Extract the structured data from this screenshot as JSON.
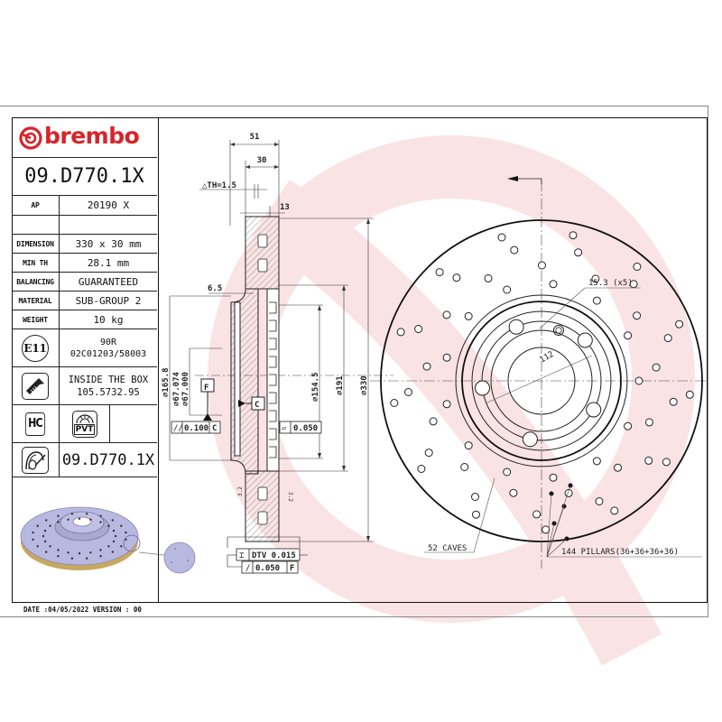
{
  "brand": {
    "name": "brembo",
    "color": "#d8232a"
  },
  "part_number": "09.D770.1X",
  "specs": [
    {
      "label": "AP",
      "value": "20190 X"
    },
    {
      "label": "",
      "value": ""
    },
    {
      "label": "DIMENSION",
      "value": "330 x 30 mm"
    },
    {
      "label": "MIN TH",
      "value": "28.1 mm"
    },
    {
      "label": "BALANCING",
      "value": "GUARANTEED"
    },
    {
      "label": "MATERIAL",
      "value": "SUB-GROUP 2"
    },
    {
      "label": "WEIGHT",
      "value": "10 kg"
    }
  ],
  "homologation": {
    "badge": "E11",
    "line1": "90R",
    "line2": "02C01203/58003"
  },
  "inside_box": {
    "icon": "screw-icon",
    "line1": "INSIDE THE BOX",
    "line2": "105.5732.95"
  },
  "badges": {
    "hc": "HC",
    "pvt": "PVT"
  },
  "footer_part_number": "09.D770.1X",
  "footer": {
    "date_version": "DATE :04/05/2022 VERSION : 00"
  },
  "section_view": {
    "dims": {
      "overall_height": "51",
      "thickness": "30",
      "delta_th": "△TH=1.5",
      "braking_face": "13",
      "hat_thickness": "6.5",
      "d_hat_outer": "⌀165.8",
      "d_bore_max": "⌀67.074",
      "d_bore_min": "⌀67.000",
      "d_inner": "⌀154.5",
      "d_friction_inner": "⌀191",
      "d_outer": "⌀330"
    },
    "datums": {
      "f": "F",
      "c": "C"
    },
    "tolerances": {
      "parallelism": {
        "symbol": "//",
        "value": "0.100",
        "datum": "C"
      },
      "flatness": {
        "symbol": "▱",
        "value": "0.050"
      },
      "dtv": {
        "symbol": "⌶",
        "value": "DTV 0.015"
      },
      "runout": {
        "symbol": "/",
        "value": "0.050",
        "datum": "F"
      }
    },
    "surface_finish": "3.2"
  },
  "front_view": {
    "bolt_hole_label": "15.3 (x5)",
    "pcd_label": "112",
    "caves_label": "52 CAVES",
    "pillars_label": "144 PILLARS(36+36+36+36)"
  }
}
